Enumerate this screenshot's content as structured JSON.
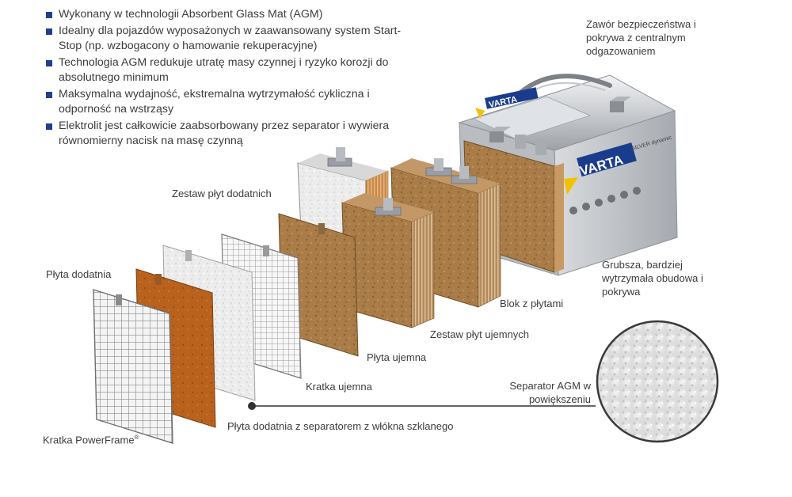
{
  "bullets": [
    "Wykonany w technologii Absorbent Glass Mat (AGM)",
    "Idealny dla pojazdów wyposażonych w zaawansowany system Start-Stop (np. wzbogacony o hamowanie rekuperacyjne)",
    "Technologia AGM redukuje utratę masy czynnej i ryzyko korozji do absolutnego minimum",
    "Maksymalna wydajność, ekstremalna wytrzymałość cykliczna i odporność na wstrząsy",
    "Elektrolit jest całkowicie zaabsorbowany przez separator i wywiera równomierny nacisk na masę czynną"
  ],
  "labels": {
    "valve": "Zawór bezpieczeństwa i pokrywa z centralnym odgazowaniem",
    "positive_set": "Zestaw płyt dodatnich",
    "positive_plate": "Płyta dodatnia",
    "grid_powerframe": "Kratka PowerFrame",
    "grid_powerframe_mark": "®",
    "positive_with_separator": "Płyta dodatnia z separatorem z włókna szklanego",
    "negative_grid": "Kratka ujemna",
    "negative_plate": "Płyta ujemna",
    "negative_set": "Zestaw płyt ujemnych",
    "plate_block": "Blok z płytami",
    "housing": "Grubsza, bardziej wytrzymała obudowa i pokrywa",
    "separator_zoom": "Separator AGM w powiększeniu"
  },
  "brand": {
    "name": "VARTA",
    "name_side": "VARTA",
    "product_line": "SILVER dynamic"
  },
  "colors": {
    "bullet": "#1f3f8f",
    "varta_blue": "#1a3c8c",
    "varta_yellow": "#f2c200",
    "plate_positive": "#b8621e",
    "plate_negative": "#a97c48",
    "battery_silver": "#c9ccd0"
  }
}
